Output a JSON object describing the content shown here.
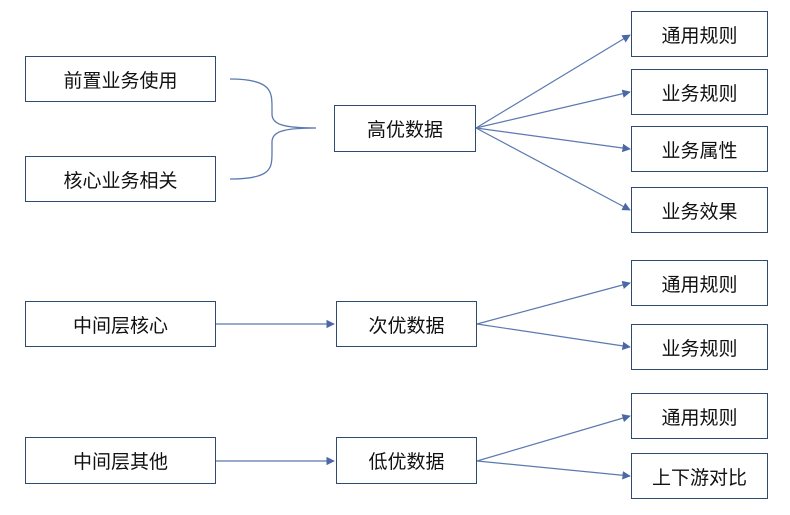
{
  "colors": {
    "border": "#2f4a6e",
    "line": "#5b79b0",
    "text": "#111111"
  },
  "groups": [
    {
      "sources": [
        "前置业务使用",
        "核心业务相关"
      ],
      "priority": "高优数据",
      "rules": [
        "通用规则",
        "业务规则",
        "业务属性",
        "业务效果"
      ]
    },
    {
      "sources": [
        "中间层核心"
      ],
      "priority": "次优数据",
      "rules": [
        "通用规则",
        "业务规则"
      ]
    },
    {
      "sources": [
        "中间层其他"
      ],
      "priority": "低优数据",
      "rules": [
        "通用规则",
        "上下游对比"
      ]
    }
  ]
}
